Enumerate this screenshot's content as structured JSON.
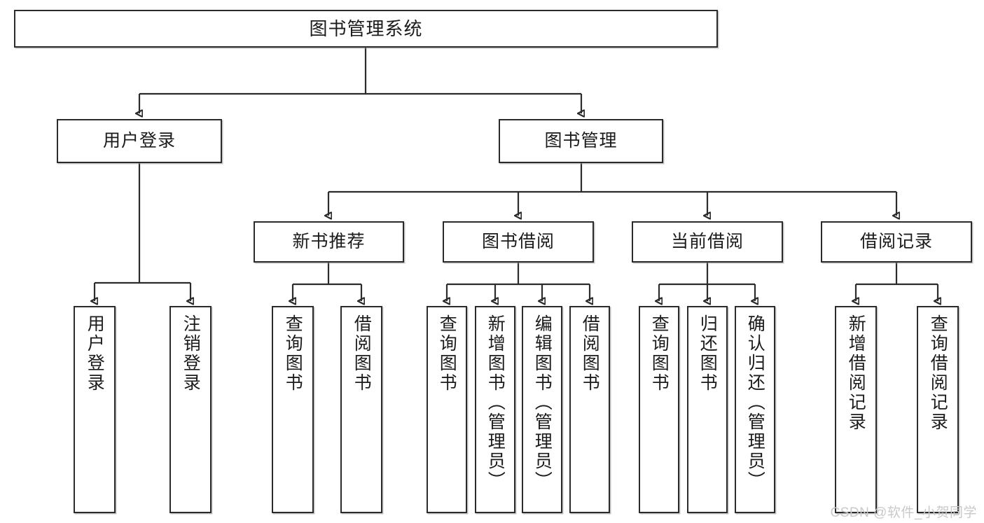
{
  "diagram": {
    "type": "tree",
    "title": "图书管理系统",
    "watermark": "CSDN @软件_小贺同学",
    "colors": {
      "stroke": "#2b2b2b",
      "fill": "#ffffff",
      "watermark": "#c9c9c9"
    },
    "root": {
      "label": "图书管理系统"
    },
    "level2": [
      {
        "label": "用户登录"
      },
      {
        "label": "图书管理"
      }
    ],
    "level3": [
      {
        "label": "新书推荐"
      },
      {
        "label": "图书借阅"
      },
      {
        "label": "当前借阅"
      },
      {
        "label": "借阅记录"
      }
    ],
    "leaves": {
      "user_login": [
        {
          "label": "用户登录"
        },
        {
          "label": "注销登录"
        }
      ],
      "new_book": [
        {
          "label": "查询图书"
        },
        {
          "label": "借阅图书"
        }
      ],
      "borrow_book": [
        {
          "label": "查询图书"
        },
        {
          "label": "新增图书（管理员）"
        },
        {
          "label": "编辑图书（管理员）"
        },
        {
          "label": "借阅图书"
        }
      ],
      "current_borrow": [
        {
          "label": "查询图书"
        },
        {
          "label": "归还图书"
        },
        {
          "label": "确认归还（管理员）"
        }
      ],
      "borrow_record": [
        {
          "label": "新增借阅记录"
        },
        {
          "label": "查询借阅记录"
        }
      ]
    }
  }
}
